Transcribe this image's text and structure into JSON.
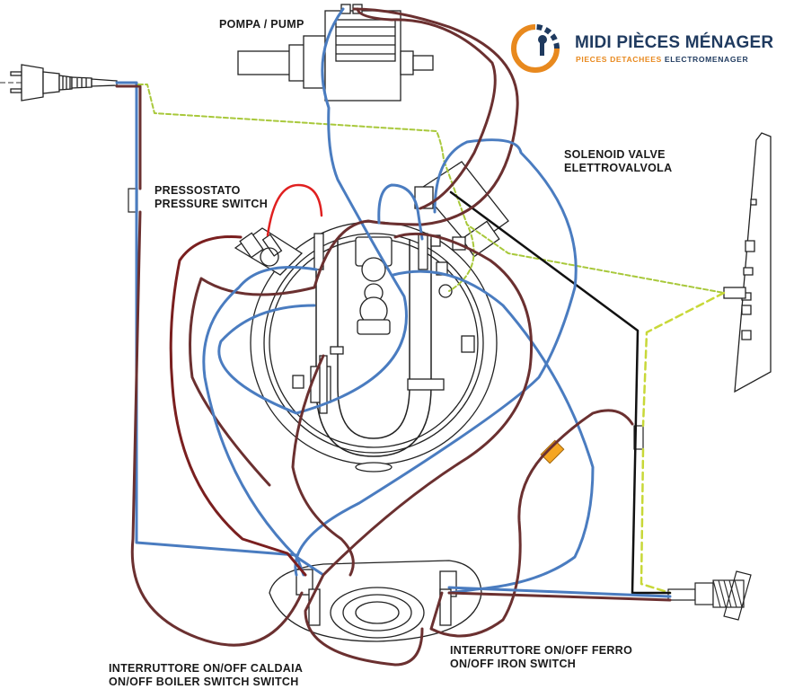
{
  "labels": {
    "pump_l1": "POMPA / PUMP",
    "pressure_l1": "PRESSOSTATO",
    "pressure_l2": "PRESSURE SWITCH",
    "solenoid_l1": "SOLENOID VALVE",
    "solenoid_l2": "ELETTROVALVOLA",
    "iron_switch_l1": "INTERRUTTORE ON/OFF FERRO",
    "iron_switch_l2": "ON/OFF IRON SWITCH",
    "boiler_switch_l1": "INTERRUTTORE ON/OFF CALDAIA",
    "boiler_switch_l2": "ON/OFF BOILER SWITCH SWITCH"
  },
  "brand": {
    "name": "MIDI PIÈCES MÉNAGER",
    "tagline_part1": "PIECES DETACHEES",
    "tagline_part2": "ELECTROMENAGER"
  },
  "colors": {
    "wire_blue": "#4a7cc0",
    "wire_brown": "#6b3030",
    "wire_darkred": "#7a1f1f",
    "wire_red": "#e02020",
    "wire_earth": "#a8c83a",
    "wire_black": "#111111",
    "brand_navy": "#1f3a5f",
    "brand_orange": "#e8891e"
  }
}
